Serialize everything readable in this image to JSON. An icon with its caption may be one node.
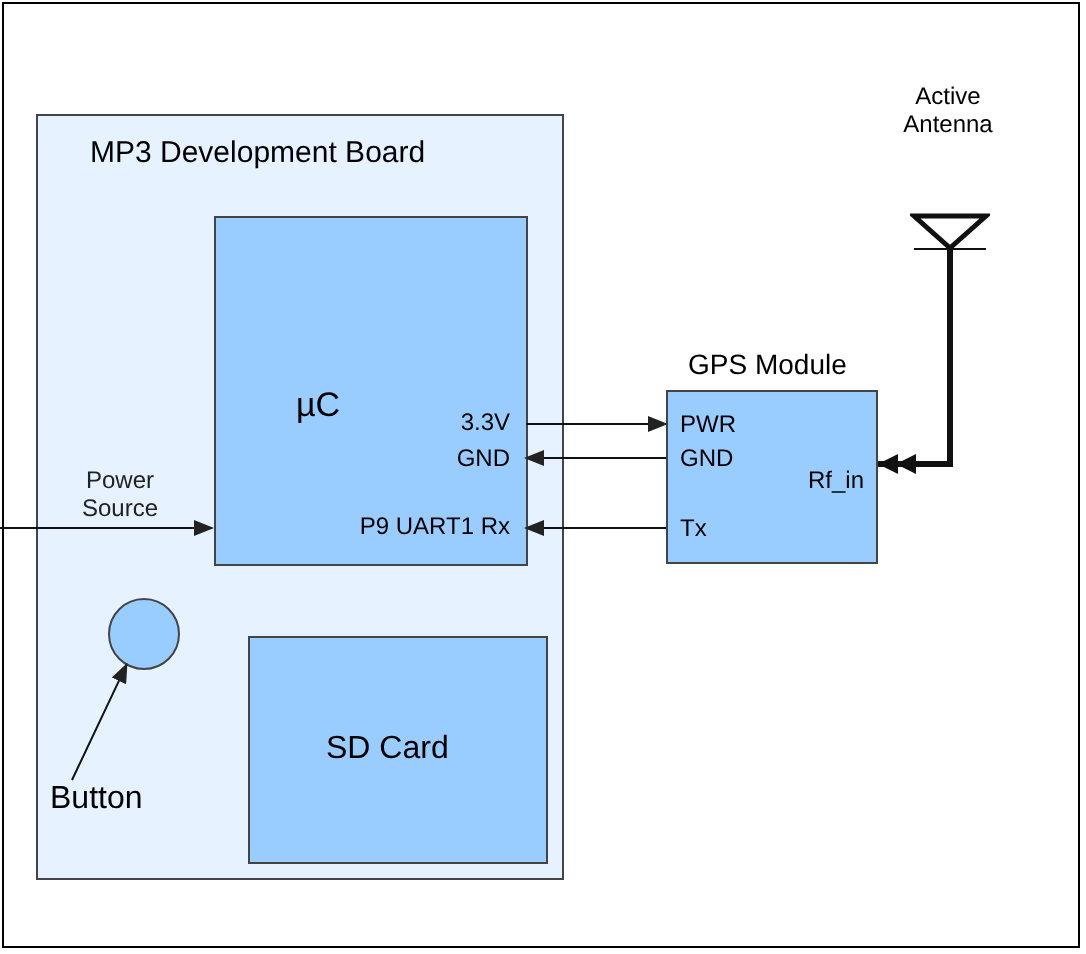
{
  "diagram": {
    "nodes": [
      {
        "text": [
          "MP3 Development Board"
        ]
      },
      {
        "text": [
          "µC",
          "3.3V",
          "GND",
          "P9 UART1 Rx"
        ],
        "in": 0
      },
      {
        "text": [
          "SD Card"
        ],
        "in": 0
      },
      {
        "text": [],
        "shape": "circle",
        "in": 0
      },
      {
        "text": [
          "Button"
        ],
        "in": 0
      },
      {
        "text": [
          "GPS Module",
          "PWR",
          "GND",
          "Rf_in",
          "Tx"
        ]
      },
      {
        "text": [
          "Active Antenna"
        ]
      }
    ],
    "edges": [
      {
        "from": 1,
        "to": 5,
        "arrow": "to"
      },
      {
        "from": 5,
        "to": 1,
        "arrow": "to"
      },
      {
        "from": 5,
        "to": 1,
        "arrow": "to"
      },
      {
        "from": 6,
        "to": 5,
        "arrow": "to",
        "style": "thick"
      },
      {
        "from": 4,
        "to": 3,
        "arrow": "to"
      },
      {
        "from": null,
        "to": 1,
        "arrow": "to",
        "label": "Power Source"
      }
    ]
  }
}
